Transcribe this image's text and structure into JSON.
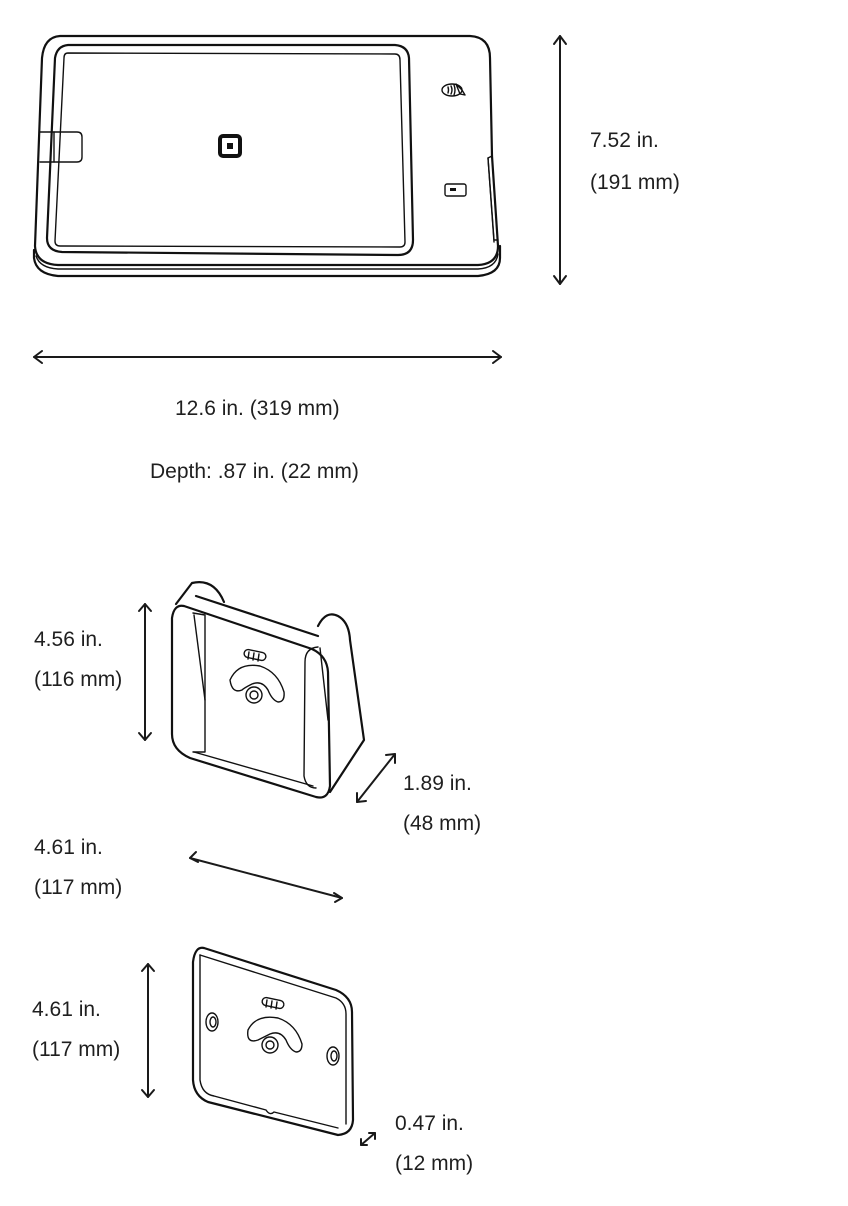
{
  "device": {
    "name": "terminal",
    "height": {
      "in": "7.52 in.",
      "mm": "(191 mm)"
    },
    "width": {
      "label": "12.6 in. (319 mm)"
    },
    "depth": {
      "label": "Depth: .87 in. (22 mm)"
    },
    "icons": [
      "square-logo-icon",
      "contactless-payment-icon",
      "card-slot-icon"
    ]
  },
  "stand": {
    "height": {
      "in": "4.56 in.",
      "mm": "(116 mm)"
    },
    "depth": {
      "in": "1.89 in.",
      "mm": "(48 mm)"
    },
    "width": {
      "in": "4.61 in.",
      "mm": "(117 mm)"
    }
  },
  "wall_mount": {
    "height": {
      "in": "4.61 in.",
      "mm": "(117 mm)"
    },
    "depth": {
      "in": "0.47 in.",
      "mm": "(12 mm)"
    }
  }
}
